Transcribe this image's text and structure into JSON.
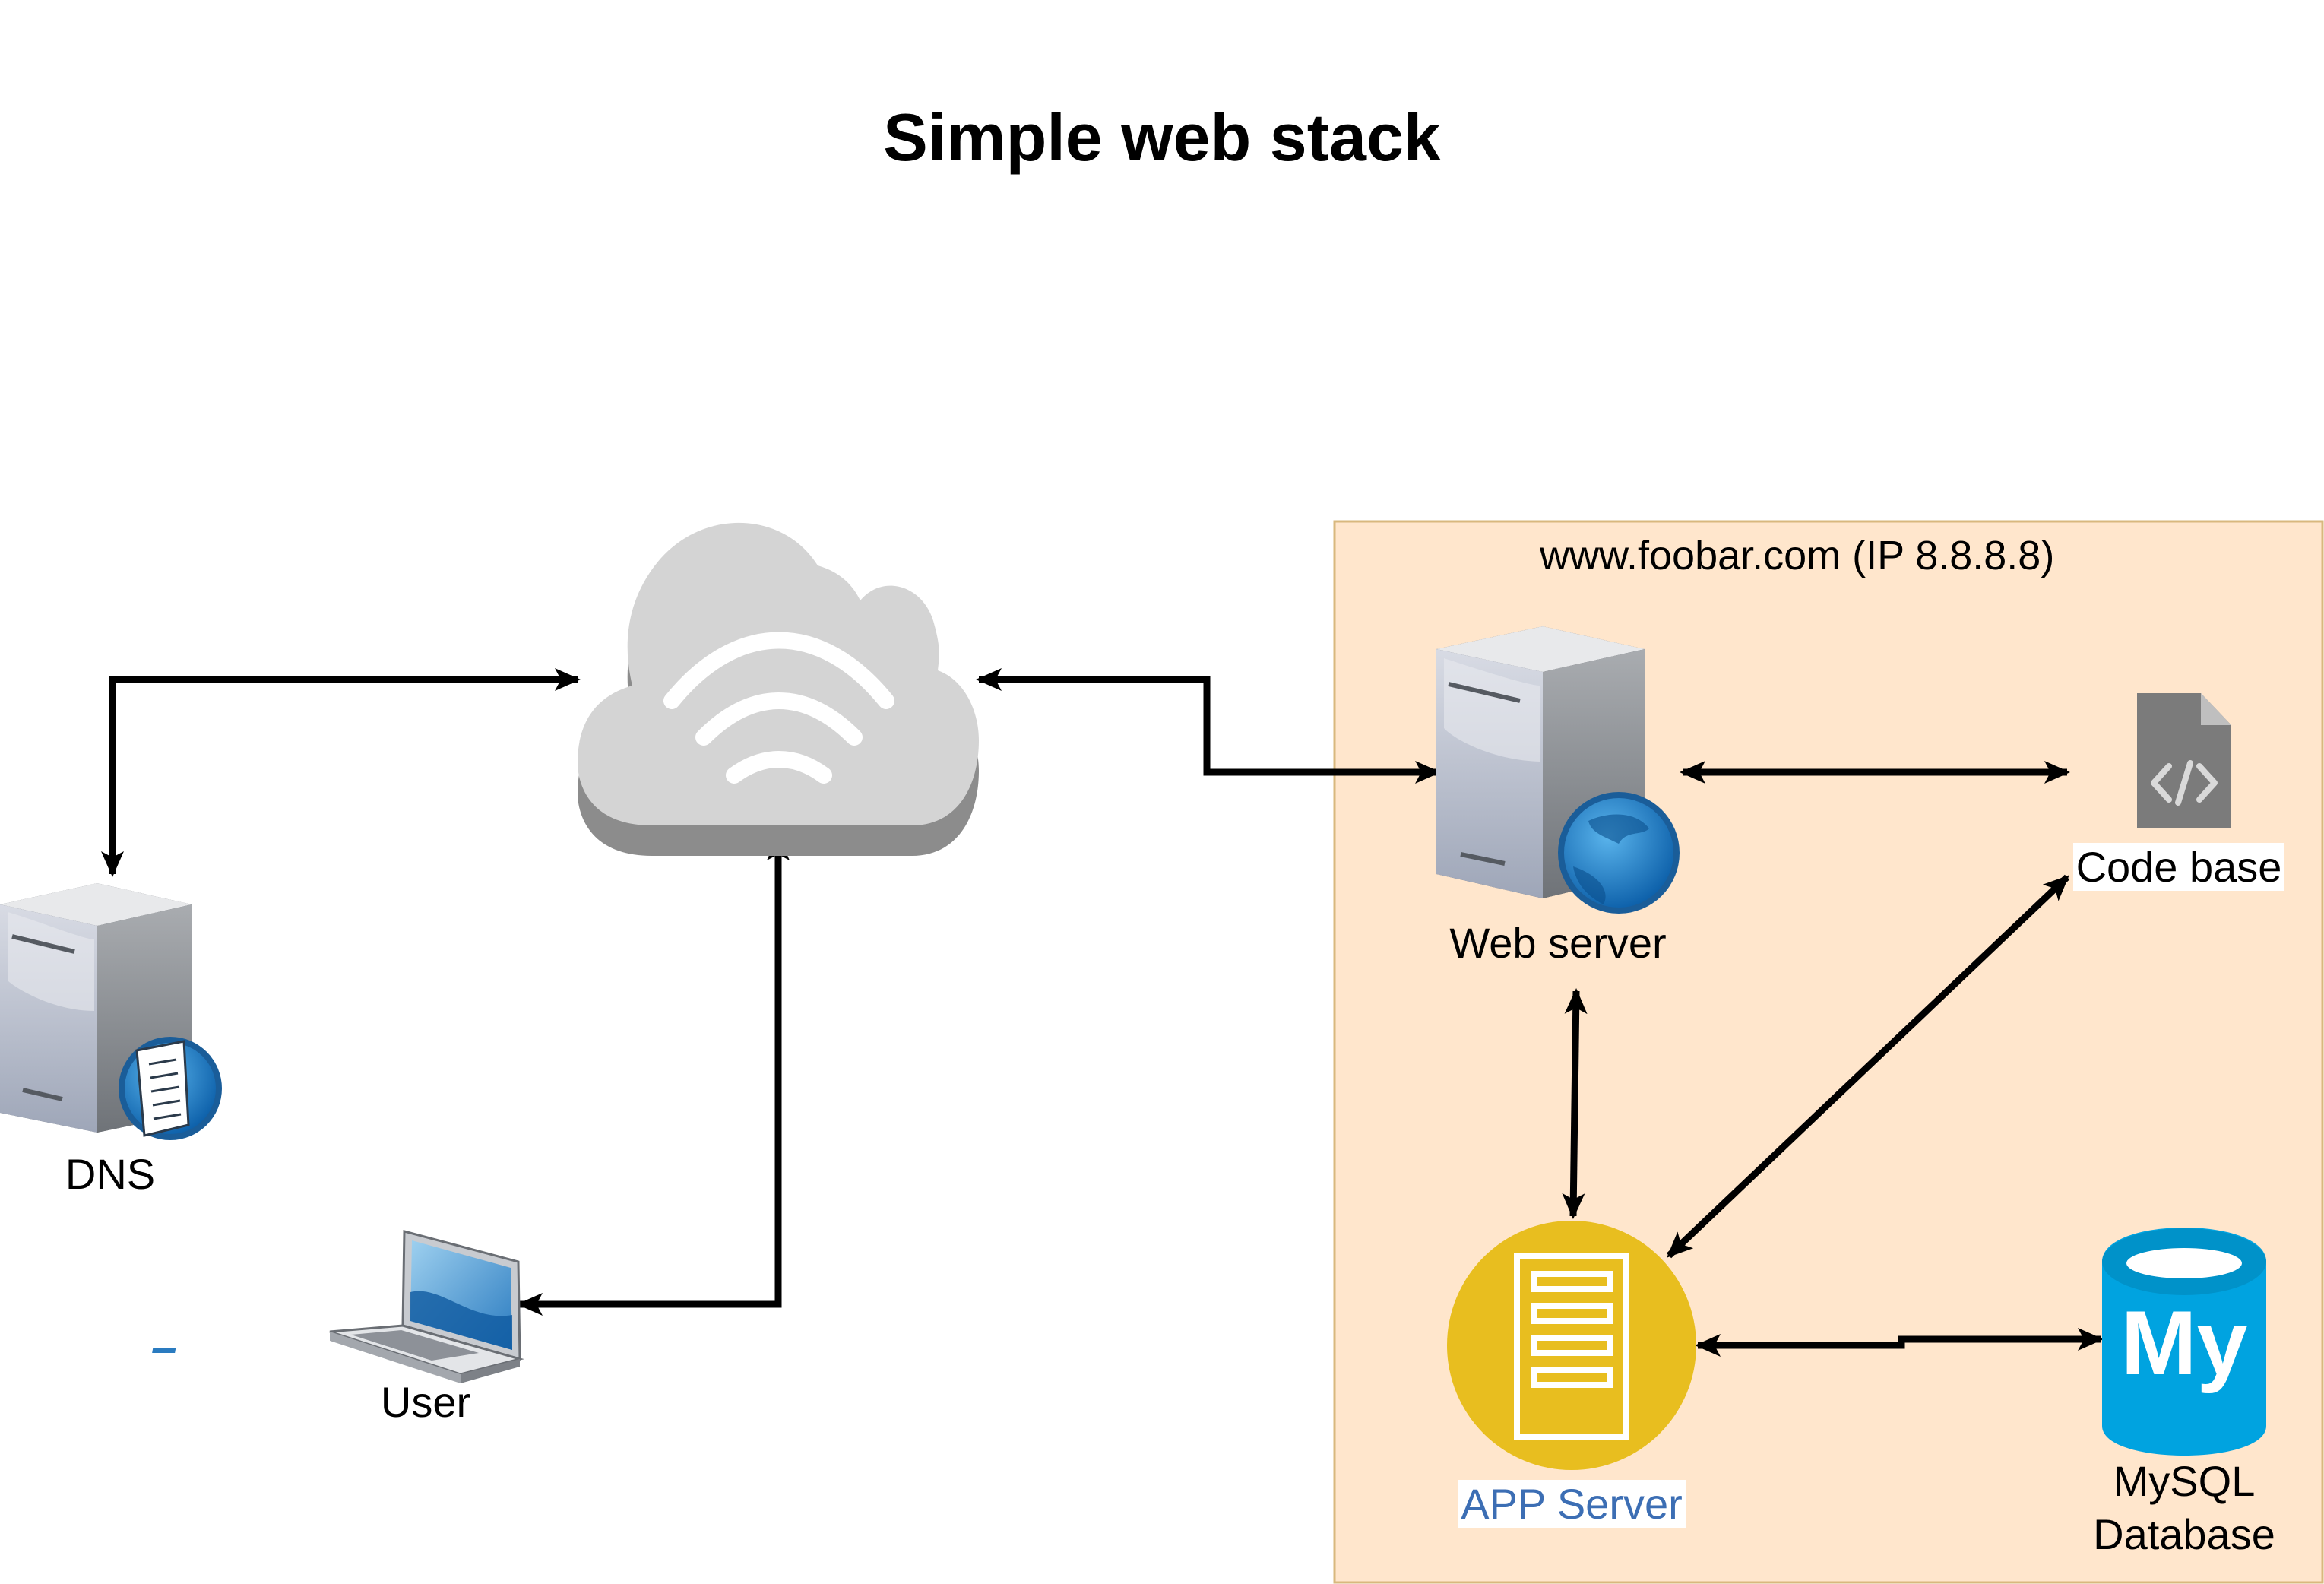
{
  "title": "Simple web stack",
  "colors": {
    "region_fill": "#ffe6cc",
    "region_border": "#d8b87e",
    "cloud": "#d4d4d4",
    "cloud_shadow": "#8c8c8c",
    "app_server": "#e8be1f",
    "mysql": "#00a3e0",
    "code_file": "#7b7b7b",
    "arrow": "#000000",
    "app_label": "#3c6eb4"
  },
  "region": {
    "label": "www.foobar.com (IP 8.8.8.8)"
  },
  "nodes": {
    "internet": {
      "icon": "cloud-internet-icon"
    },
    "dns": {
      "label": "DNS",
      "icon": "dns-server-icon"
    },
    "user": {
      "label": "User",
      "icon": "laptop-icon"
    },
    "web_server": {
      "label": "Web server",
      "icon": "web-server-icon"
    },
    "code_base": {
      "label": "Code base",
      "icon": "code-file-icon"
    },
    "app_server": {
      "label": "APP Server",
      "icon": "app-server-icon"
    },
    "mysql": {
      "label": "MySQL\nDatabase",
      "label_line1": "MySQL",
      "label_line2": "Database",
      "icon_text": "My",
      "icon": "mysql-database-icon"
    }
  },
  "edges": [
    {
      "from": "internet",
      "to": "dns",
      "direction": "both"
    },
    {
      "from": "internet",
      "to": "web_server",
      "direction": "both"
    },
    {
      "from": "internet",
      "to": "user",
      "direction": "both"
    },
    {
      "from": "web_server",
      "to": "code_base",
      "direction": "both"
    },
    {
      "from": "web_server",
      "to": "app_server",
      "direction": "both"
    },
    {
      "from": "app_server",
      "to": "code_base",
      "direction": "both"
    },
    {
      "from": "app_server",
      "to": "mysql",
      "direction": "both"
    }
  ]
}
